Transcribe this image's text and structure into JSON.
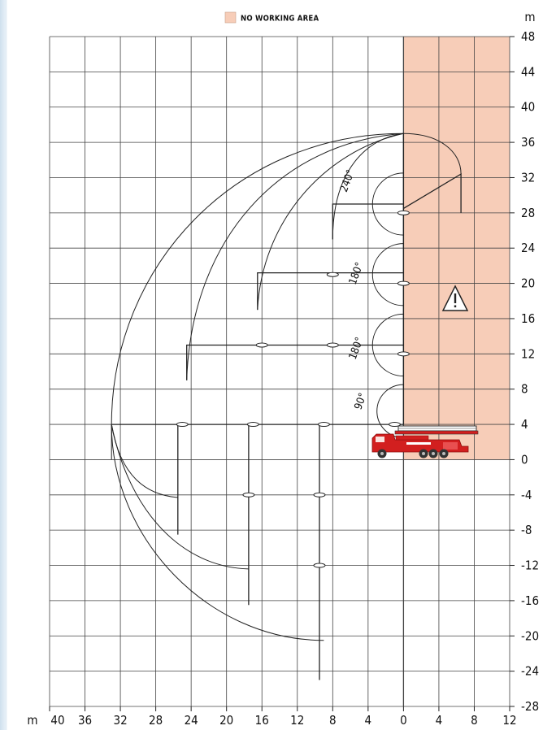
{
  "legend": {
    "label": "NO WORKING AREA",
    "color": "#f7cdb8"
  },
  "axes": {
    "x_unit": "m",
    "y_unit": "m",
    "x_ticks": [
      "40",
      "36",
      "32",
      "28",
      "24",
      "20",
      "16",
      "12",
      "8",
      "4",
      "0",
      "4",
      "8",
      "12"
    ],
    "y_ticks": [
      "48",
      "44",
      "40",
      "36",
      "32",
      "28",
      "24",
      "20",
      "16",
      "12",
      "8",
      "4",
      "0",
      "-4",
      "-8",
      "-12",
      "-16",
      "-20",
      "-24",
      "-28"
    ],
    "x_range": [
      -40,
      12
    ],
    "y_range": [
      -28,
      48
    ]
  },
  "angles": [
    "240°",
    "180°",
    "180°",
    "90°"
  ],
  "warning_icon": "warning-triangle-icon",
  "colors": {
    "grid": "#444444",
    "no_working_area": "#f7cdb8",
    "truck": "#d21f1f",
    "curve": "#222222"
  }
}
